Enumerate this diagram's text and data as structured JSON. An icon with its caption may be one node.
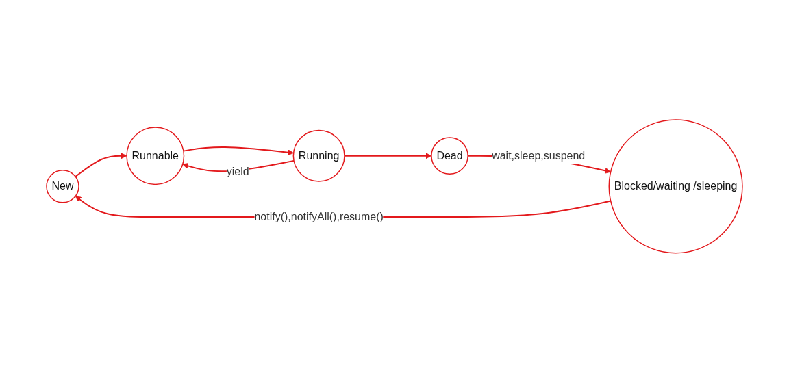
{
  "diagram": {
    "nodes": [
      {
        "text": [
          "New"
        ]
      },
      {
        "text": [
          "Runnable"
        ]
      },
      {
        "text": [
          "Running"
        ]
      },
      {
        "text": [
          "Dead"
        ]
      },
      {
        "text": [
          "Blocked/waiting /sleeping"
        ]
      }
    ],
    "edges": [
      {
        "from": 0,
        "to": 1,
        "arrow": "to"
      },
      {
        "from": 1,
        "to": 2,
        "arrow": "to"
      },
      {
        "from": 2,
        "to": 1,
        "arrow": "to",
        "label": "yield"
      },
      {
        "from": 2,
        "to": 3,
        "arrow": "to"
      },
      {
        "from": 3,
        "to": 4,
        "arrow": "to",
        "label": "wait,sleep,suspend"
      },
      {
        "from": 4,
        "to": 0,
        "arrow": "to",
        "label": "notify(),notifyAll(),resume()"
      }
    ]
  }
}
